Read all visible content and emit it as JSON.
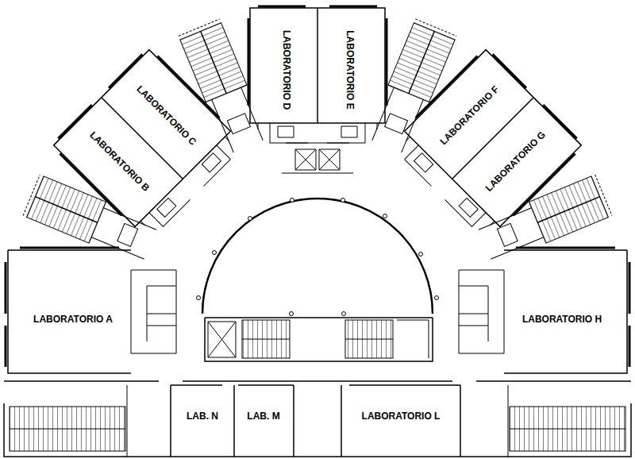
{
  "diagram": {
    "nodes": [
      {
        "text": [
          "LABORATORIO D"
        ]
      },
      {
        "text": [
          "LABORATORIO E"
        ]
      },
      {
        "text": [
          "LABORATORIO C"
        ]
      },
      {
        "text": [
          "LABORATORIO F"
        ]
      },
      {
        "text": [
          "LABORATORIO B"
        ]
      },
      {
        "text": [
          "LABORATORIO G"
        ]
      },
      {
        "text": [
          "LABORATORIO A"
        ]
      },
      {
        "text": [
          "LABORATORIO H"
        ]
      },
      {
        "text": [
          "LAB. N"
        ]
      },
      {
        "text": [
          "LAB. M"
        ]
      },
      {
        "text": [
          "LABORATORIO L"
        ]
      }
    ]
  }
}
